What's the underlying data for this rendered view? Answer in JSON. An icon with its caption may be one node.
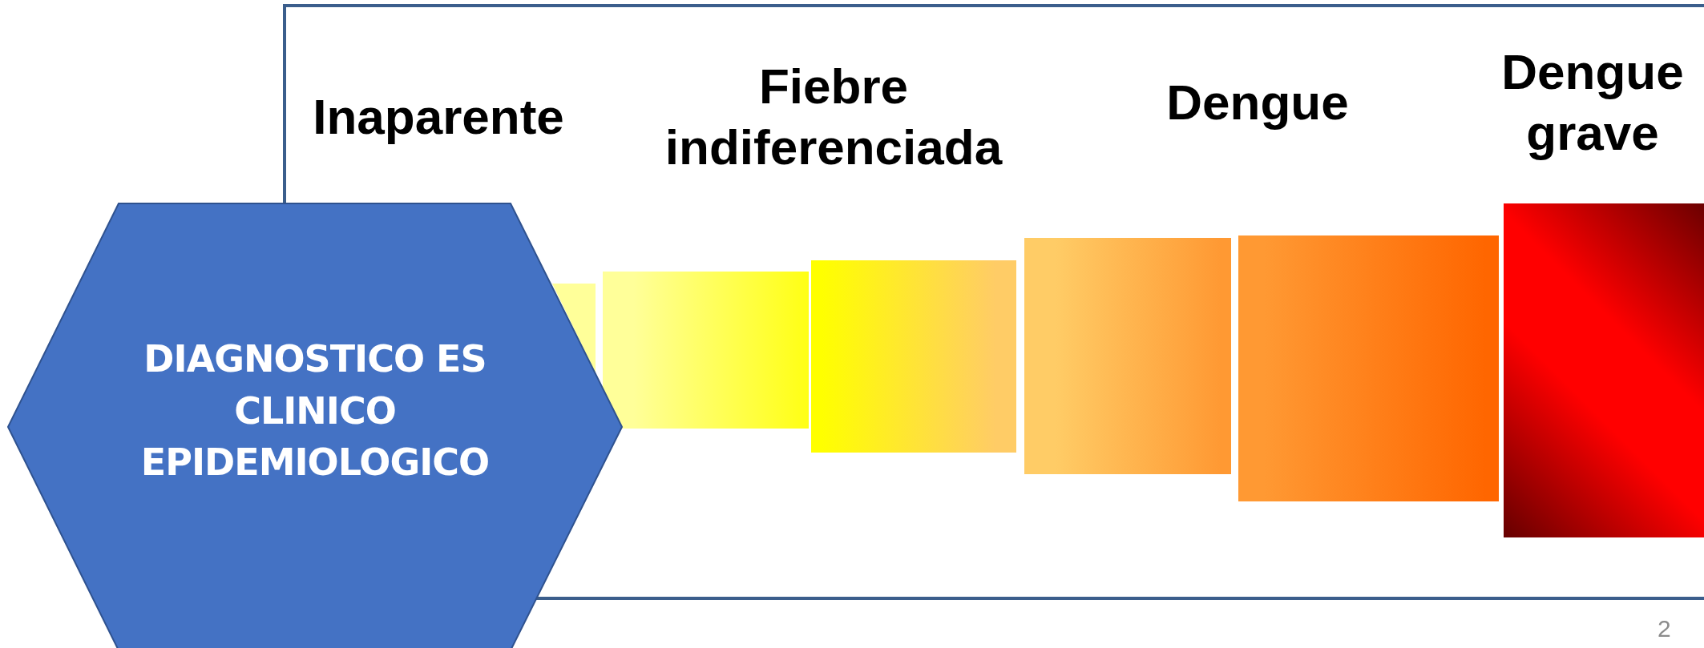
{
  "diagram": {
    "nodes": [
      {
        "text": [
          "DIAGNOSTICO ES CLINICO EPIDEMIOLOGICO"
        ]
      },
      {
        "text": [],
        "shape": "bar"
      },
      {
        "text": [],
        "shape": "bar"
      },
      {
        "text": [],
        "shape": "bar"
      },
      {
        "text": [],
        "shape": "bar"
      },
      {
        "text": [],
        "shape": "bar"
      },
      {
        "text": [],
        "shape": "bar"
      }
    ],
    "labels": [
      "Inaparente",
      "Fiebre indiferenciada",
      "Dengue",
      "Dengue grave",
      "2"
    ]
  }
}
